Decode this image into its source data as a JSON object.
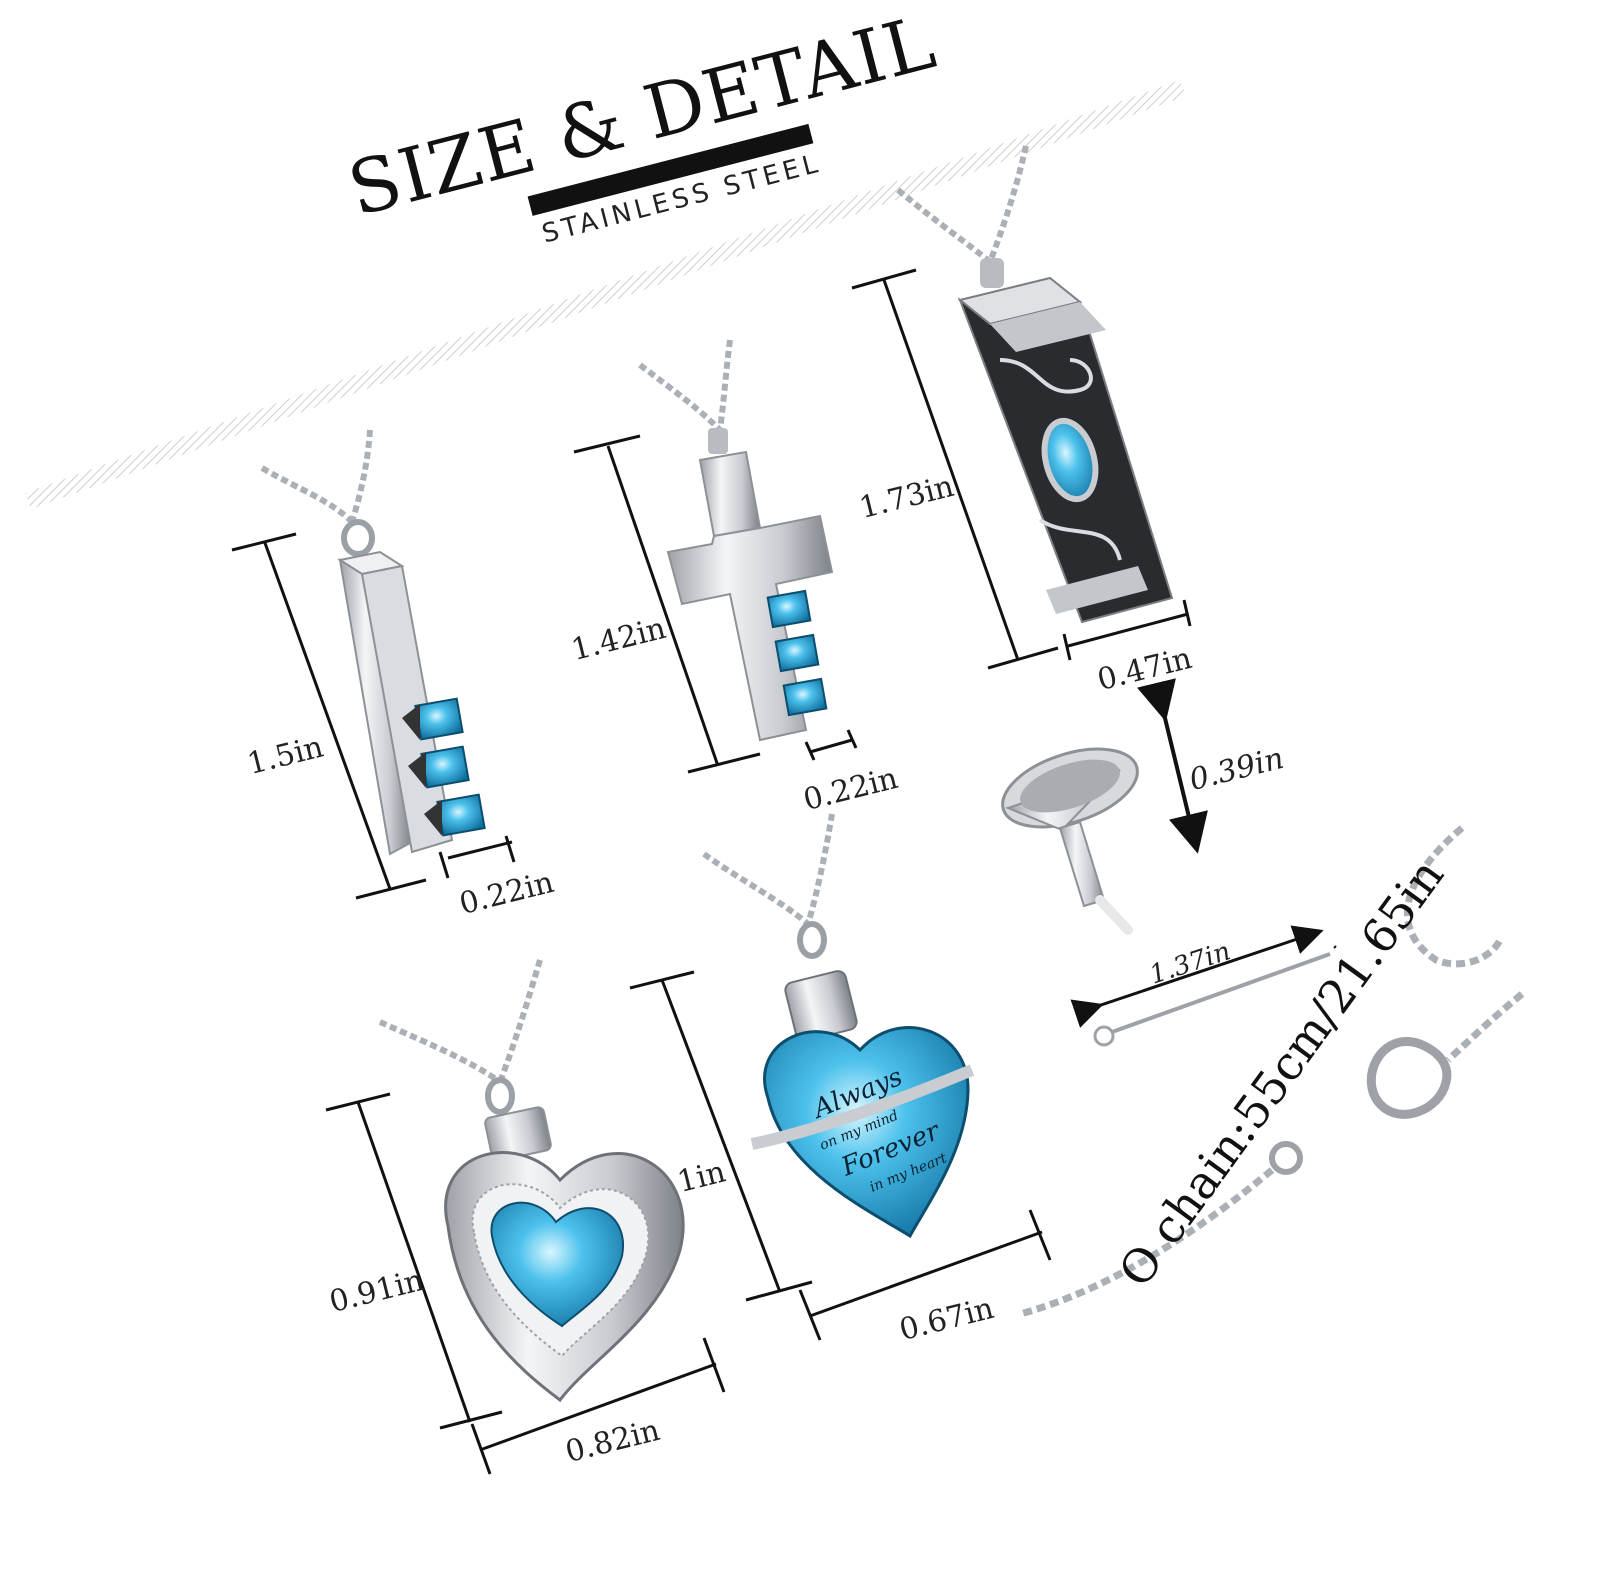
{
  "header": {
    "title": "SIZE & DETAIL",
    "subtitle": "STAINLESS STEEL"
  },
  "dimensions": {
    "bar_height": "1.5in",
    "bar_width": "0.22in",
    "cross_height": "1.42in",
    "cross_width": "0.22in",
    "cylinder_height": "1.73in",
    "cylinder_width": "0.47in",
    "funnel_height": "0.39in",
    "fill_tool_length": "1.37in",
    "heart_left_height": "0.91in",
    "heart_left_width": "0.82in",
    "heart_right_height": "1in",
    "heart_right_width": "0.67in"
  },
  "chain": {
    "label": "O chain:55cm/21.65in"
  },
  "engraving": {
    "line1": "Always",
    "line2": "on my mind",
    "line3": "Forever",
    "line4": "in my heart"
  },
  "colors": {
    "gem_blue": "#2fa7d6",
    "gem_light": "#8fdcf5",
    "silver": "#c9ccd1",
    "silver_dark": "#8a8e94",
    "ink": "#1a1a1a"
  }
}
